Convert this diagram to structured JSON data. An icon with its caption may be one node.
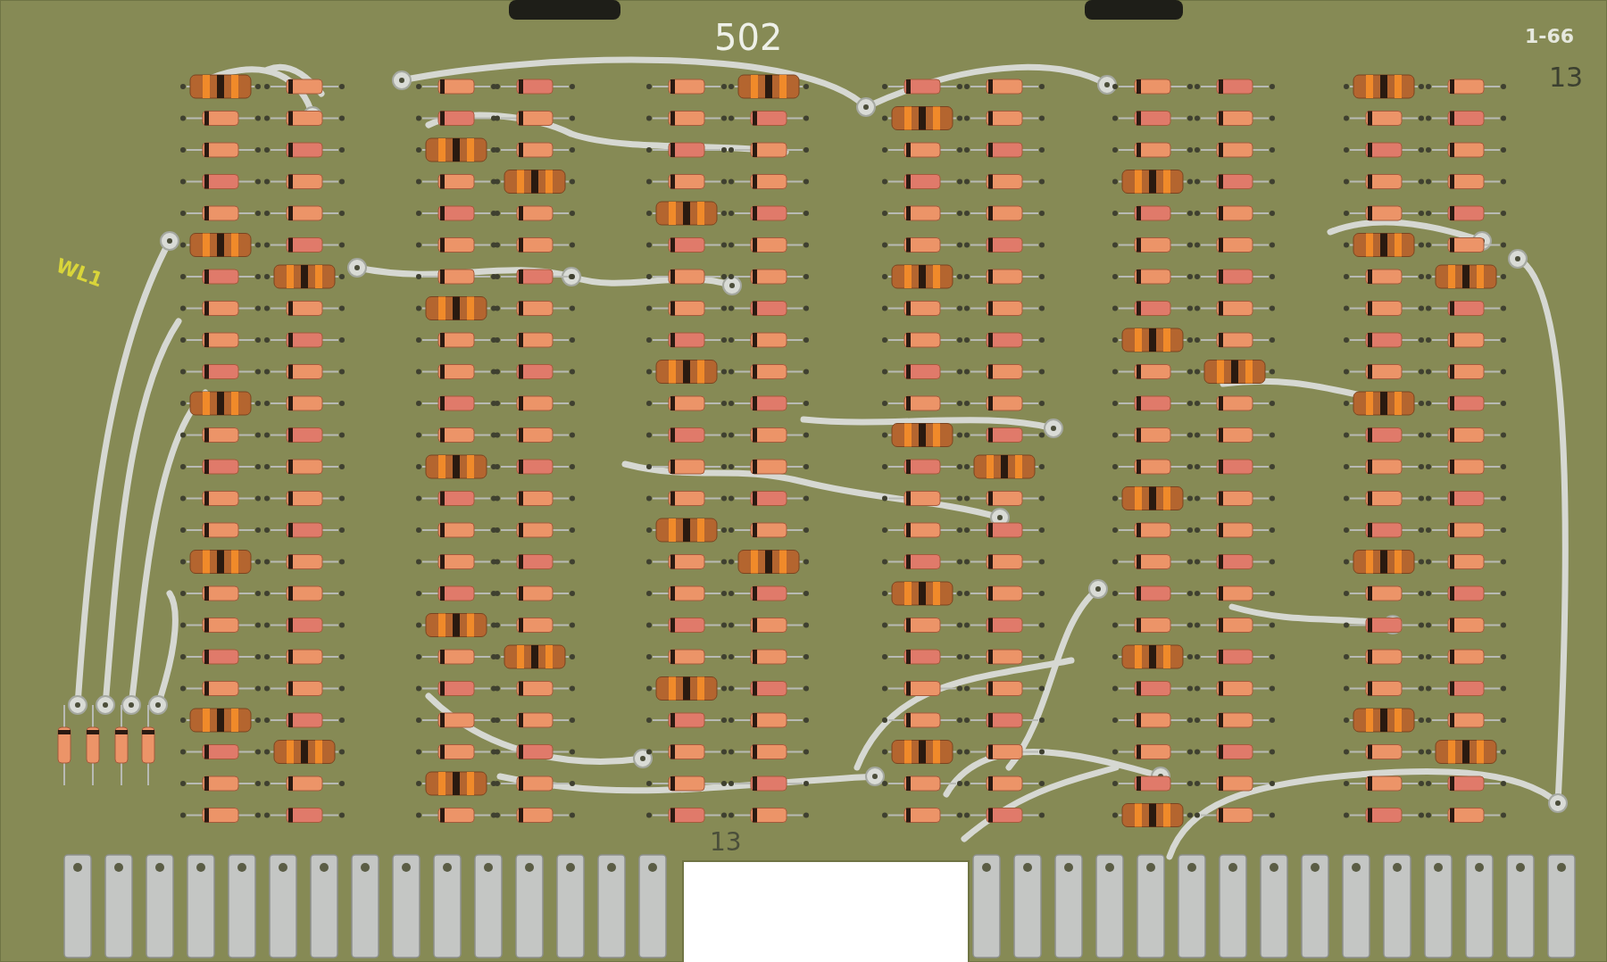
{
  "diagram": {
    "labels": [
      "502",
      "1-66",
      "13",
      "WL1",
      "13"
    ]
  }
}
